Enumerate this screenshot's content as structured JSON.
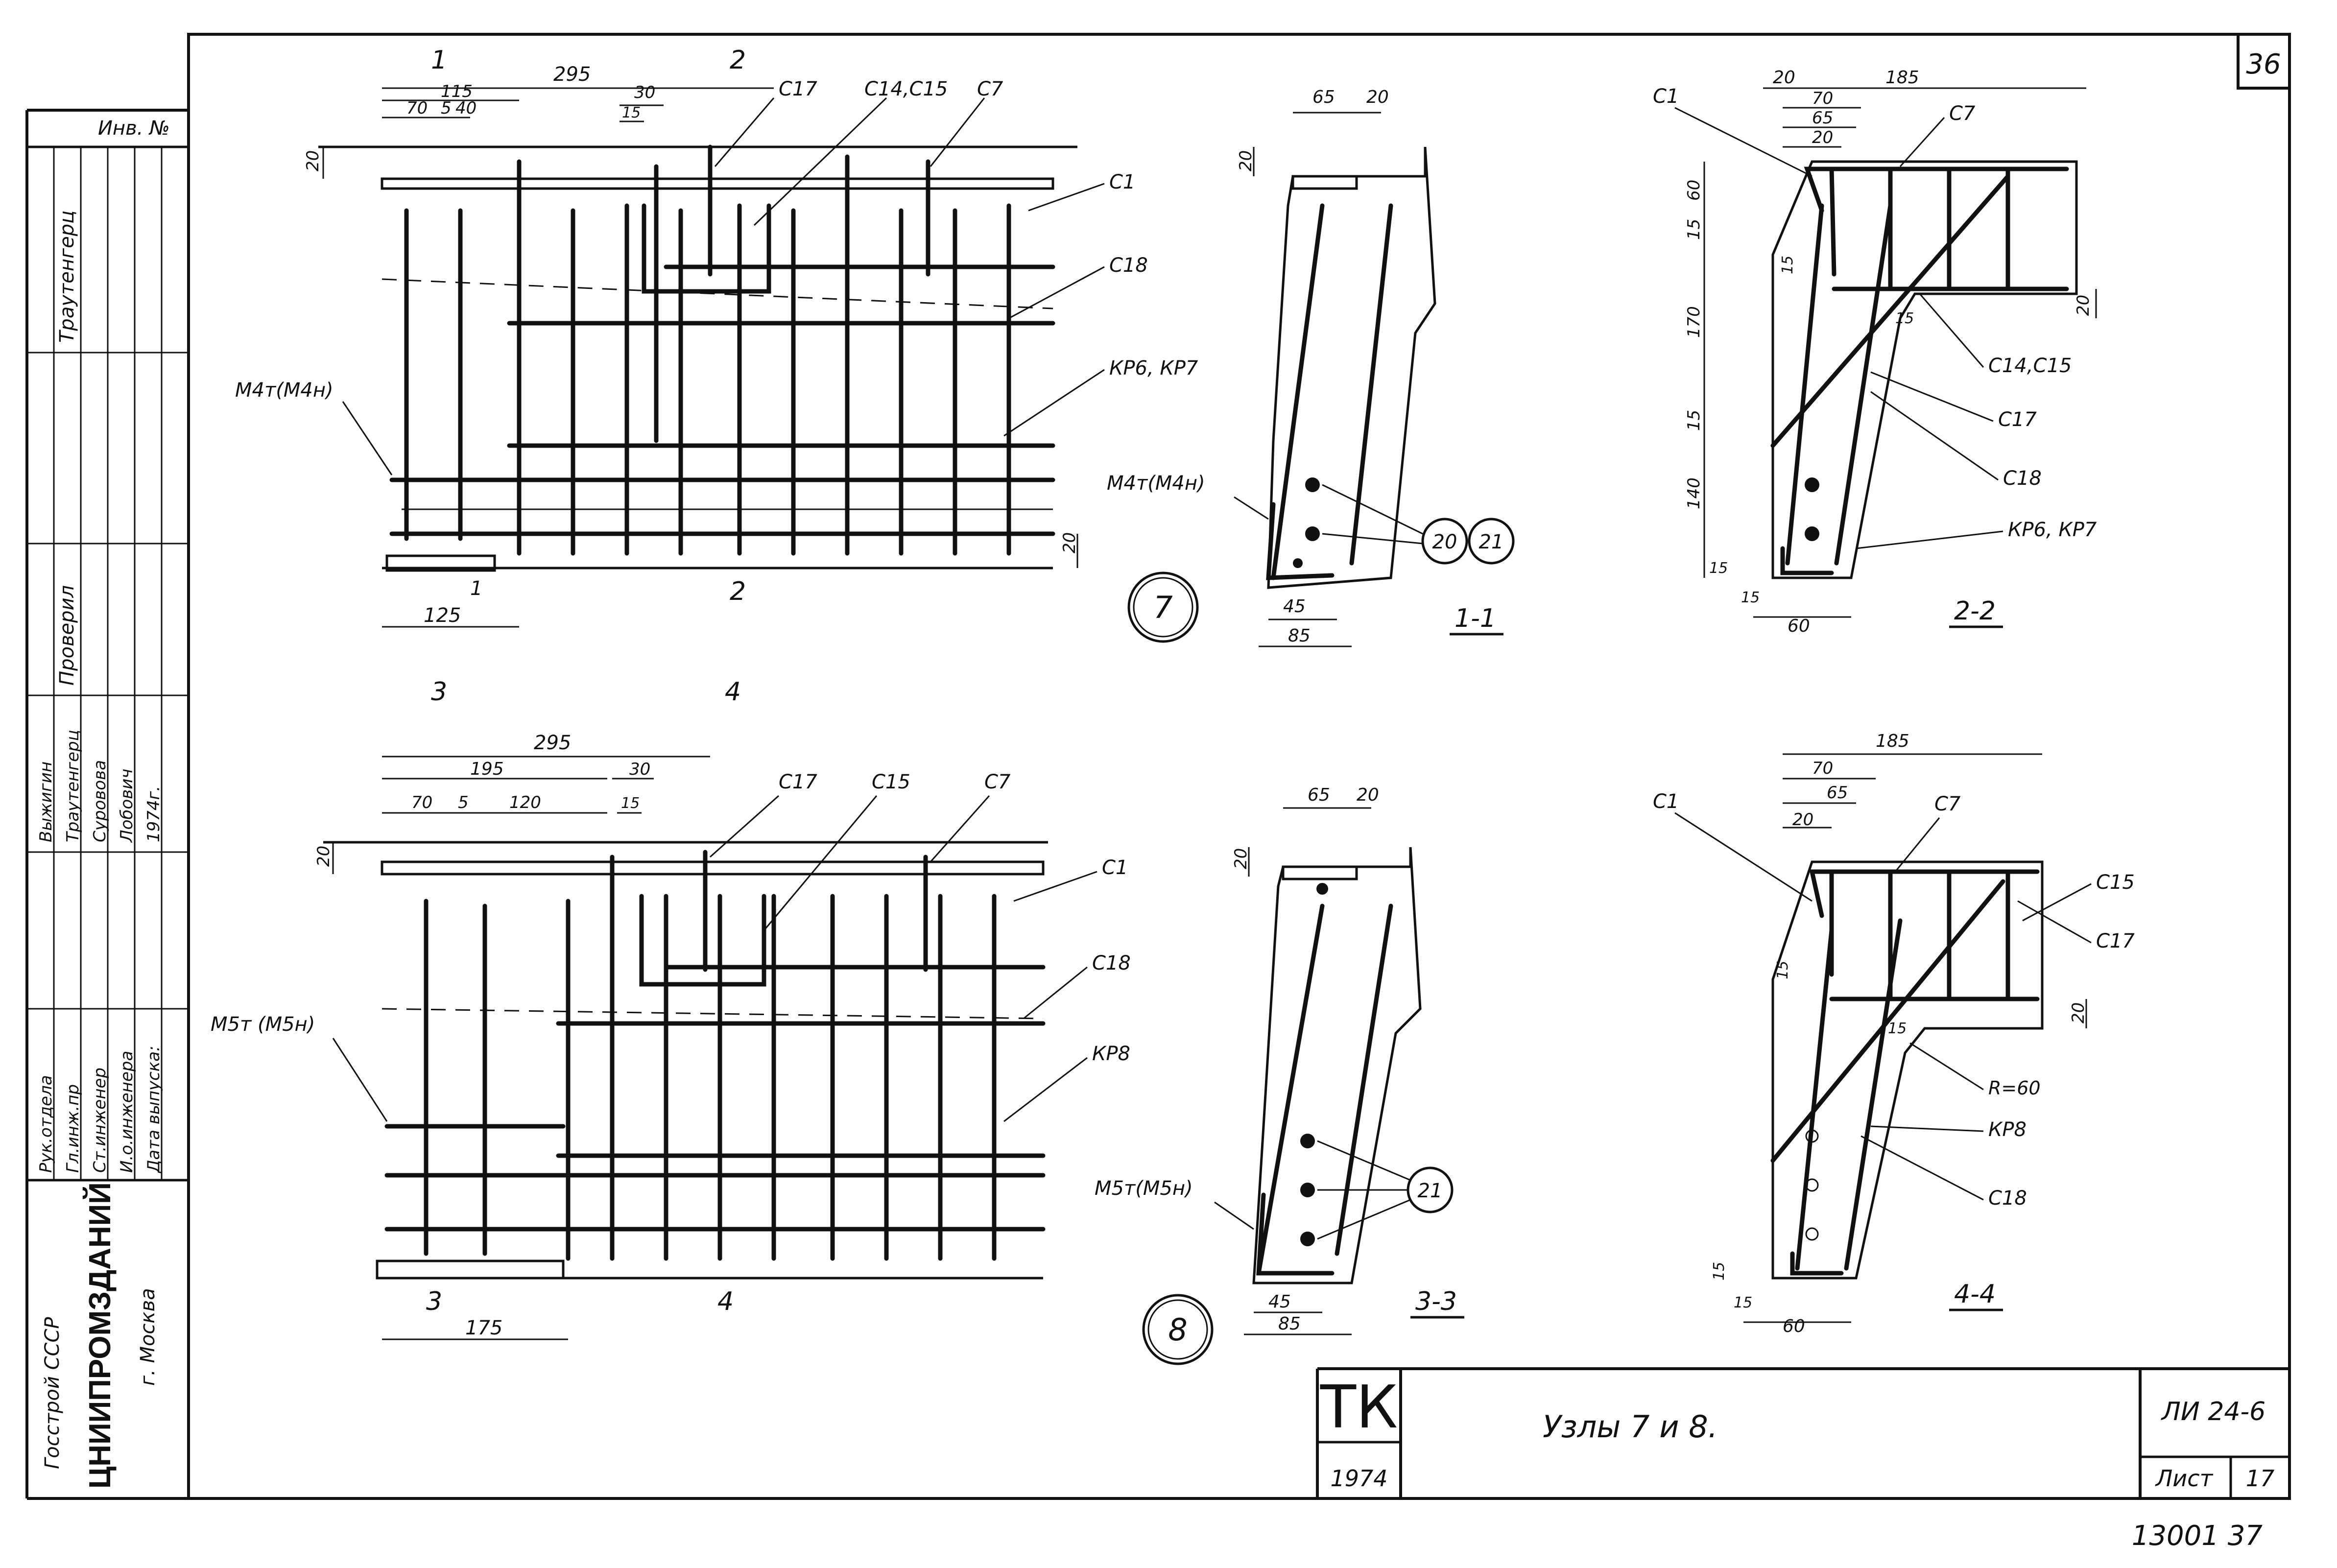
{
  "sheet": {
    "sheet_number_top": "36",
    "footer_number": "13001 37"
  },
  "side_stamp": {
    "inv": "Инв. №",
    "rows": [
      {
        "role": "Рук.отдела",
        "name": "Выжигин"
      },
      {
        "role": "Гл.инж.пр",
        "name": "Траутенгерц"
      },
      {
        "role": "Ст.инженер",
        "name": "Суровова"
      },
      {
        "role": "И.о.инженера",
        "name": "Лобович"
      },
      {
        "role": "Дата выпуска:",
        "name": "1974г."
      }
    ],
    "vertical_labels": [
      "Траутенгерц",
      "Проверил"
    ],
    "org1": "Госстрой СССР",
    "org2": "ЦНИИПРОМЗДАНИЙ",
    "org3": "г. Москва"
  },
  "title_block": {
    "series": "ТК",
    "year": "1974",
    "title": "Узлы 7 и 8.",
    "code": "ЛИ 24-6",
    "sheet_label": "Лист",
    "sheet_no": "17"
  },
  "node7": {
    "marker": "7",
    "dims": [
      "295",
      "115",
      "30",
      "70",
      "5",
      "40",
      "15",
      "20",
      "20",
      "125"
    ],
    "labels": [
      "С17",
      "С14,С15",
      "С7",
      "С1",
      "С18",
      "КР6, КР7",
      "М4т(М4н)"
    ],
    "sections": [
      "1",
      "2",
      "1",
      "2"
    ]
  },
  "node8": {
    "marker": "8",
    "dims": [
      "295",
      "195",
      "30",
      "70",
      "5",
      "120",
      "15",
      "20",
      "175"
    ],
    "labels": [
      "С17",
      "С15",
      "С7",
      "С1",
      "С18",
      "КР8",
      "М5т (М5н)"
    ],
    "sections": [
      "3",
      "4",
      "3",
      "4"
    ]
  },
  "sec11": {
    "title": "1-1",
    "dims": [
      "65",
      "20",
      "20",
      "45",
      "85"
    ],
    "labels": [
      "М4т(М4н)"
    ],
    "circles": [
      "20",
      "21"
    ]
  },
  "sec22": {
    "title": "2-2",
    "dims": [
      "20",
      "185",
      "70",
      "65",
      "20",
      "60",
      "15",
      "15",
      "170",
      "15",
      "140",
      "15",
      "15",
      "60",
      "20",
      "15"
    ],
    "labels": [
      "С1",
      "С7",
      "С14,С15",
      "С17",
      "С18",
      "КР6, КР7"
    ]
  },
  "sec33": {
    "title": "3-3",
    "dims": [
      "65",
      "20",
      "20",
      "45",
      "85"
    ],
    "labels": [
      "М5т(М5н)"
    ],
    "circles": [
      "21"
    ]
  },
  "sec44": {
    "title": "4-4",
    "dims": [
      "185",
      "70",
      "65",
      "20",
      "15",
      "20",
      "15",
      "15",
      "15",
      "60"
    ],
    "labels": [
      "С1",
      "С7",
      "С15",
      "С17",
      "R=60",
      "КР8",
      "С18"
    ]
  }
}
